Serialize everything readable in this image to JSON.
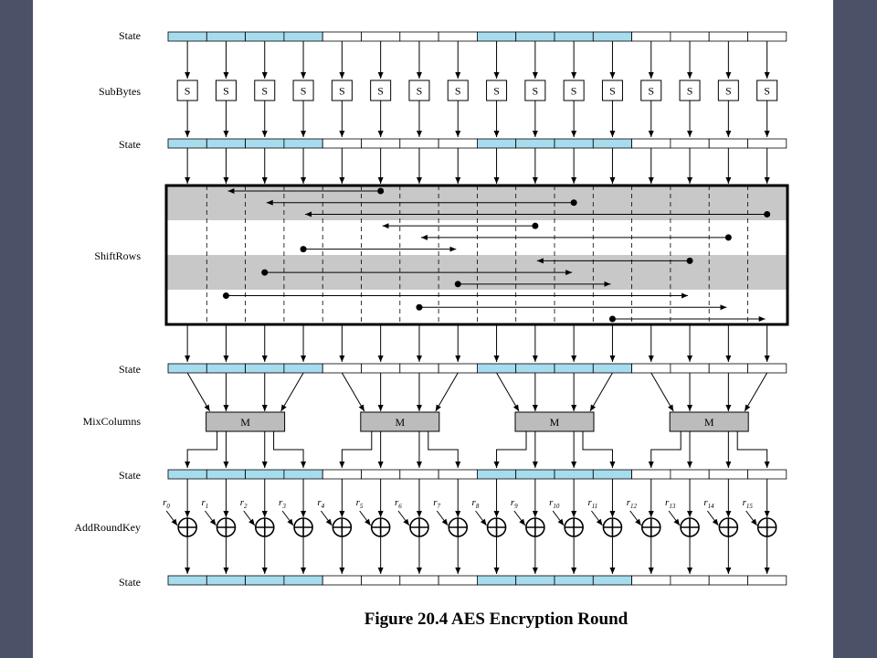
{
  "labels": {
    "state": "State",
    "subbytes": "SubBytes",
    "shiftrows": "ShiftRows",
    "mixcolumns": "MixColumns",
    "addroundkey": "AddRoundKey"
  },
  "sbox_label": "S",
  "mix_label": "M",
  "round_key_letter": "r",
  "round_key_indices": [
    "0",
    "1",
    "2",
    "3",
    "4",
    "5",
    "6",
    "7",
    "8",
    "9",
    "10",
    "11",
    "12",
    "13",
    "14",
    "15"
  ],
  "state_highlight": [
    true,
    true,
    true,
    true,
    false,
    false,
    false,
    false,
    true,
    true,
    true,
    true,
    false,
    false,
    false,
    false
  ],
  "shiftrows_moves": [
    {
      "from": 5,
      "to": 1
    },
    {
      "from": 10,
      "to": 2
    },
    {
      "from": 15,
      "to": 3
    },
    {
      "from": 9,
      "to": 5
    },
    {
      "from": 14,
      "to": 6
    },
    {
      "from": 3,
      "to": 7
    },
    {
      "from": 13,
      "to": 9
    },
    {
      "from": 2,
      "to": 10
    },
    {
      "from": 7,
      "to": 11
    },
    {
      "from": 1,
      "to": 13
    },
    {
      "from": 6,
      "to": 14
    },
    {
      "from": 11,
      "to": 15
    }
  ],
  "caption": "Figure 20.4  AES Encryption Round",
  "colors": {
    "frame": "#4b5166",
    "state_highlight": "#a6dcee",
    "shift_band": "#c8c8c8",
    "mix_box": "#bcbcbc"
  }
}
